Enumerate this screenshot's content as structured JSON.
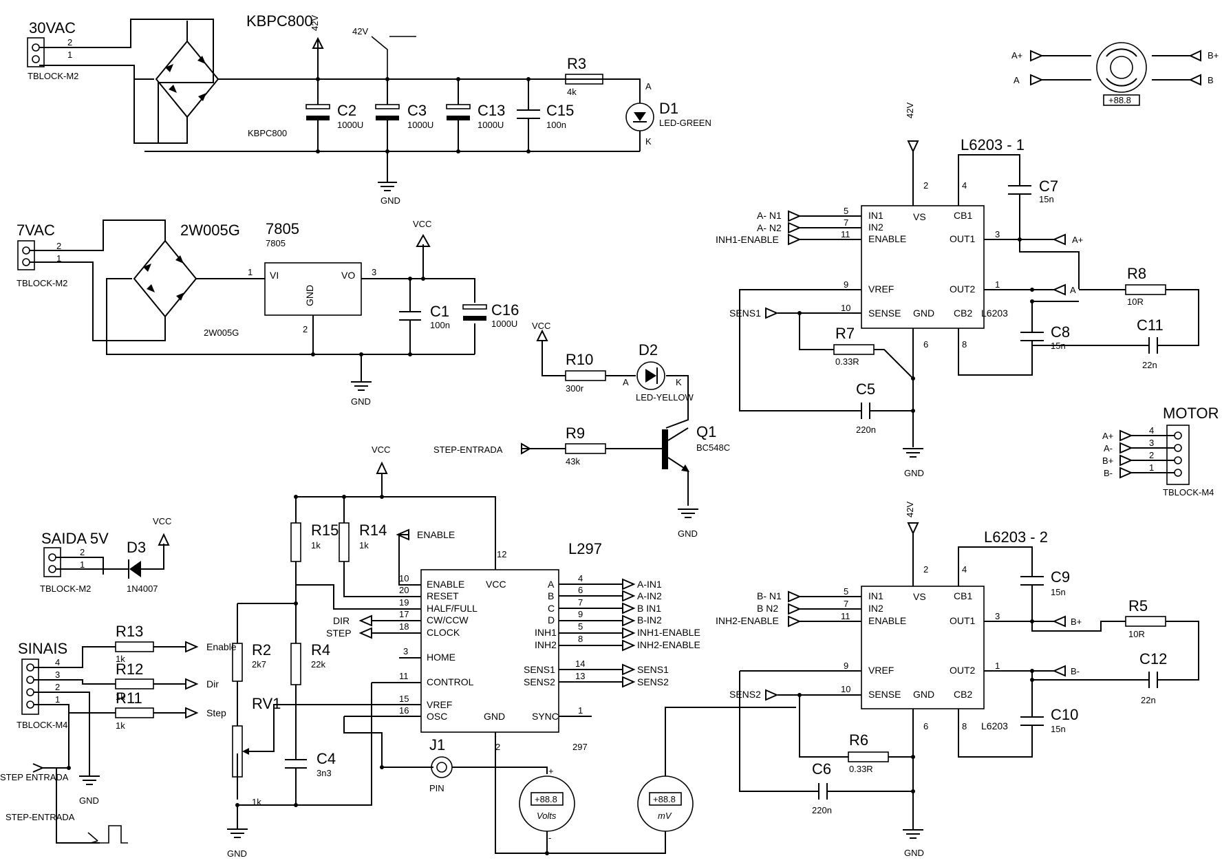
{
  "top_supply": {
    "connector_label": "30VAC",
    "connector_type": "TBLOCK-M2",
    "pins": [
      "2",
      "1"
    ],
    "bridge_name": "KBPC800",
    "bridge_value": "KBPC800",
    "rail": "42V",
    "c2": {
      "name": "C2",
      "value": "1000U"
    },
    "c3": {
      "name": "C3",
      "value": "1000U"
    },
    "c13": {
      "name": "C13",
      "value": "1000U"
    },
    "c15": {
      "name": "C15",
      "value": "100n"
    },
    "r3": {
      "name": "R3",
      "value": "4k"
    },
    "d1": {
      "name": "D1",
      "value": "LED-GREEN",
      "pin_a": "A",
      "pin_k": "K"
    },
    "gnd": "GND"
  },
  "logic_supply": {
    "connector_label": "7VAC",
    "connector_type": "TBLOCK-M2",
    "pins": [
      "2",
      "1"
    ],
    "bridge_name": "2W005G",
    "bridge_value": "2W005G",
    "reg_name": "7805",
    "reg_value": "7805",
    "reg_vi": "VI",
    "reg_vo": "VO",
    "reg_gnd": "GND",
    "reg_pins": [
      "1",
      "3",
      "2"
    ],
    "vcc": "VCC",
    "c1": {
      "name": "C1",
      "value": "100n"
    },
    "c16": {
      "name": "C16",
      "value": "1000U"
    },
    "gnd": "GND"
  },
  "step_led": {
    "vcc": "VCC",
    "r10": {
      "name": "R10",
      "value": "300r"
    },
    "d2": {
      "name": "D2",
      "value": "LED-YELLOW",
      "pin_a": "A",
      "pin_k": "K"
    },
    "r9": {
      "name": "R9",
      "value": "43k"
    },
    "input": "STEP-ENTRADA",
    "q1": {
      "name": "Q1",
      "value": "BC548C"
    },
    "gnd": "GND"
  },
  "motor_icon": {
    "left_top": "A+",
    "left_bottom": "A",
    "right_top": "B+",
    "right_bottom": "B",
    "readout": "+88.8"
  },
  "bridge1": {
    "title": "L6203 - 1",
    "rail": "42V",
    "pins_left": [
      {
        "num": "5",
        "name": "IN1",
        "net": "A- N1"
      },
      {
        "num": "7",
        "name": "IN2",
        "net": "A- N2"
      },
      {
        "num": "11",
        "name": "ENABLE",
        "net": "INH1-ENABLE"
      },
      {
        "num": "9",
        "name": "VREF",
        "net": ""
      },
      {
        "num": "10",
        "name": "SENSE",
        "net": "SENS1"
      }
    ],
    "pins_right": [
      {
        "num": "4",
        "name": "CB1"
      },
      {
        "num": "3",
        "name": "OUT1",
        "net": "A+"
      },
      {
        "num": "1",
        "name": "OUT2",
        "net": "A"
      },
      {
        "num": "8",
        "name": "CB2"
      }
    ],
    "vs": "VS",
    "vs_pin": "2",
    "gnd_name": "GND",
    "gnd_pin": "6",
    "part": "L6203",
    "c7": {
      "name": "C7",
      "value": "15n"
    },
    "c8": {
      "name": "C8",
      "value": "15n"
    },
    "r8": {
      "name": "R8",
      "value": "10R"
    },
    "c11": {
      "name": "C11",
      "value": "22n"
    },
    "r7": {
      "name": "R7",
      "value": "0.33R"
    },
    "c5": {
      "name": "C5",
      "value": "220n"
    },
    "gnd": "GND"
  },
  "motor_conn": {
    "title": "MOTOR",
    "type": "TBLOCK-M4",
    "pins": [
      {
        "net": "A+",
        "num": "4"
      },
      {
        "net": "A-",
        "num": "3"
      },
      {
        "net": "B+",
        "num": "2"
      },
      {
        "net": "B-",
        "num": "1"
      }
    ]
  },
  "bridge2": {
    "title": "L6203 - 2",
    "rail": "42V",
    "pins_left": [
      {
        "num": "5",
        "name": "IN1",
        "net": "B- N1"
      },
      {
        "num": "7",
        "name": "IN2",
        "net": "B N2"
      },
      {
        "num": "11",
        "name": "ENABLE",
        "net": "INH2-ENABLE"
      },
      {
        "num": "9",
        "name": "VREF",
        "net": ""
      },
      {
        "num": "10",
        "name": "SENSE",
        "net": "SENS2"
      }
    ],
    "pins_right": [
      {
        "num": "4",
        "name": "CB1"
      },
      {
        "num": "3",
        "name": "OUT1",
        "net": "B+"
      },
      {
        "num": "1",
        "name": "OUT2",
        "net": "B-"
      },
      {
        "num": "8",
        "name": "CB2"
      }
    ],
    "vs": "VS",
    "vs_pin": "2",
    "gnd_name": "GND",
    "gnd_pin": "6",
    "part": "L6203",
    "c9": {
      "name": "C9",
      "value": "15n"
    },
    "c10": {
      "name": "C10",
      "value": "15n"
    },
    "r5": {
      "name": "R5",
      "value": "10R"
    },
    "c12": {
      "name": "C12",
      "value": "22n"
    },
    "r6": {
      "name": "R6",
      "value": "0.33R"
    },
    "c6": {
      "name": "C6",
      "value": "220n"
    },
    "gnd": "GND"
  },
  "controller": {
    "title": "L297",
    "part": "297",
    "vcc": "VCC",
    "pins_left": [
      {
        "num": "10",
        "name": "ENABLE"
      },
      {
        "num": "20",
        "name": "RESET"
      },
      {
        "num": "19",
        "name": "HALF/FULL"
      },
      {
        "num": "17",
        "name": "CW/CCW"
      },
      {
        "num": "18",
        "name": "CLOCK"
      },
      {
        "num": "3",
        "name": "HOME"
      },
      {
        "num": "11",
        "name": "CONTROL"
      },
      {
        "num": "15",
        "name": "VREF"
      },
      {
        "num": "16",
        "name": "OSC"
      }
    ],
    "pins_right": [
      {
        "num": "4",
        "name": "A",
        "net": "A-IN1"
      },
      {
        "num": "6",
        "name": "B",
        "net": "A-IN2"
      },
      {
        "num": "7",
        "name": "C",
        "net": "B IN1"
      },
      {
        "num": "9",
        "name": "D",
        "net": "B-IN2"
      },
      {
        "num": "5",
        "name": "INH1",
        "net": "INH1-ENABLE"
      },
      {
        "num": "8",
        "name": "INH2",
        "net": "INH2-ENABLE"
      },
      {
        "num": "14",
        "name": "SENS1",
        "net": "SENS1"
      },
      {
        "num": "13",
        "name": "SENS2",
        "net": "SENS2"
      },
      {
        "num": "1",
        "name": "SYNC",
        "net": ""
      }
    ],
    "vcc_pin_name": "VCC",
    "vcc_pin": "12",
    "gnd_name": "GND",
    "gnd_pin": "2",
    "enable_net": "ENABLE",
    "dir_net": "DIR",
    "step_net": "STEP",
    "r15": {
      "name": "R15",
      "value": "1k"
    },
    "r14": {
      "name": "R14",
      "value": "1k"
    },
    "r2": {
      "name": "R2",
      "value": "2k7"
    },
    "r4": {
      "name": "R4",
      "value": "22k"
    },
    "c4": {
      "name": "C4",
      "value": "3n3"
    },
    "rv1": {
      "name": "RV1",
      "value": "1k"
    },
    "j1": {
      "name": "J1",
      "value": "PIN"
    },
    "volt_meter": {
      "readout": "+88.8",
      "unit": "Volts",
      "plus": "+",
      "minus": "-"
    },
    "mv_meter": {
      "readout": "+88.8",
      "unit": "mV"
    },
    "gnd": "GND"
  },
  "output5v": {
    "title": "SAIDA 5V",
    "type": "TBLOCK-M2",
    "pins": [
      "2",
      "1"
    ],
    "d3": {
      "name": "D3",
      "value": "1N4007"
    },
    "vcc": "VCC"
  },
  "signals": {
    "title": "SINAIS",
    "type": "TBLOCK-M4",
    "pins": [
      "4",
      "3",
      "2",
      "1"
    ],
    "r13": {
      "name": "R13",
      "value": "1k",
      "net": "Enable"
    },
    "r12": {
      "name": "R12",
      "value": "1k",
      "net": "Dir"
    },
    "r11": {
      "name": "R11",
      "value": "1k",
      "net": "Step"
    },
    "step_out": "STEP ENTRADA",
    "step_in": "STEP-ENTRADA",
    "gnd": "GND"
  }
}
